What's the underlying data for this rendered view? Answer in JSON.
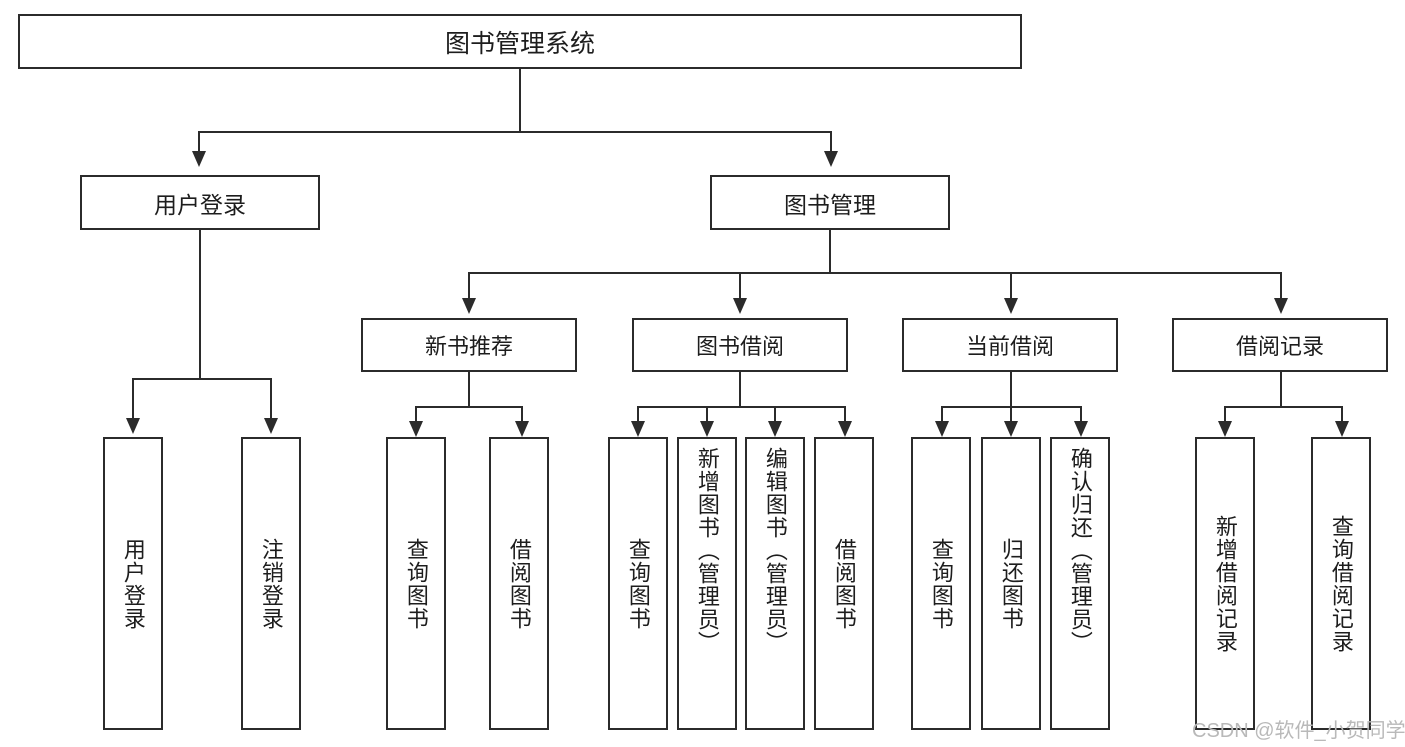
{
  "diagram": {
    "title": "图书管理系统",
    "type": "tree-hierarchy-chart",
    "root": {
      "label": "图书管理系统"
    },
    "level2": [
      {
        "label": "用户登录"
      },
      {
        "label": "图书管理"
      }
    ],
    "level3": [
      {
        "label": "新书推荐"
      },
      {
        "label": "图书借阅"
      },
      {
        "label": "当前借阅"
      },
      {
        "label": "借阅记录"
      }
    ],
    "leaves": {
      "user_login": [
        {
          "label": "用户登录"
        },
        {
          "label": "注销登录"
        }
      ],
      "new_book_recommend": [
        {
          "label": "查询图书"
        },
        {
          "label": "借阅图书"
        }
      ],
      "book_borrow": [
        {
          "label": "查询图书"
        },
        {
          "label": "新增图书（管理员）"
        },
        {
          "label": "编辑图书（管理员）"
        },
        {
          "label": "借阅图书"
        }
      ],
      "current_borrow": [
        {
          "label": "查询图书"
        },
        {
          "label": "归还图书"
        },
        {
          "label": "确认归还（管理员）"
        }
      ],
      "borrow_record": [
        {
          "label": "新增借阅记录"
        },
        {
          "label": "查询借阅记录"
        }
      ]
    }
  },
  "watermark": {
    "text": "CSDN @软件_小贺同学"
  },
  "colors": {
    "stroke": "#2b2b2b",
    "text": "#1d1d1d",
    "background": "#ffffff",
    "watermark": "#b9b9b9"
  }
}
